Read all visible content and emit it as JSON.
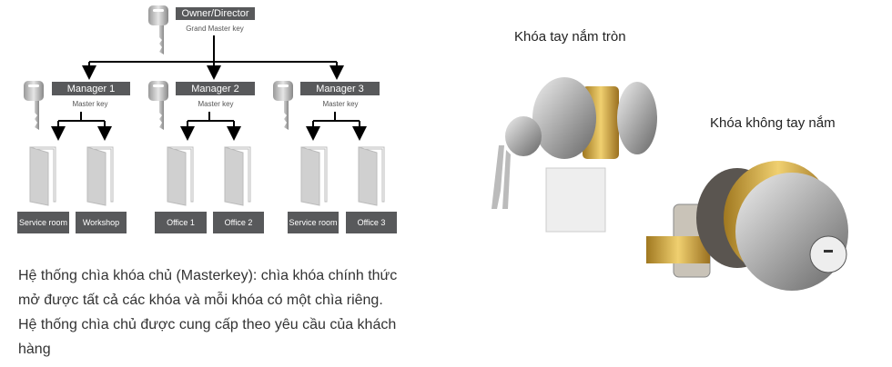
{
  "diagram": {
    "owner": {
      "title": "Owner/Director",
      "subtitle": "Grand Master key"
    },
    "managers": [
      {
        "title": "Manager 1",
        "subtitle": "Master key"
      },
      {
        "title": "Manager 2",
        "subtitle": "Master key"
      },
      {
        "title": "Manager 3",
        "subtitle": "Master key"
      }
    ],
    "rooms": [
      "Service room",
      "Workshop",
      "Office 1",
      "Office 2",
      "Service room",
      "Office 3"
    ]
  },
  "description": "Hệ thống chìa khóa chủ (Masterkey): chìa khóa chính thức mở được tất cả các khóa và mỗi khóa có một chìa riêng. Hệ thống chìa chủ được cung cấp theo yêu cầu của khách hàng",
  "products": [
    {
      "label": "Khóa tay nắm tròn"
    },
    {
      "label": "Khóa không tay nắm"
    }
  ]
}
